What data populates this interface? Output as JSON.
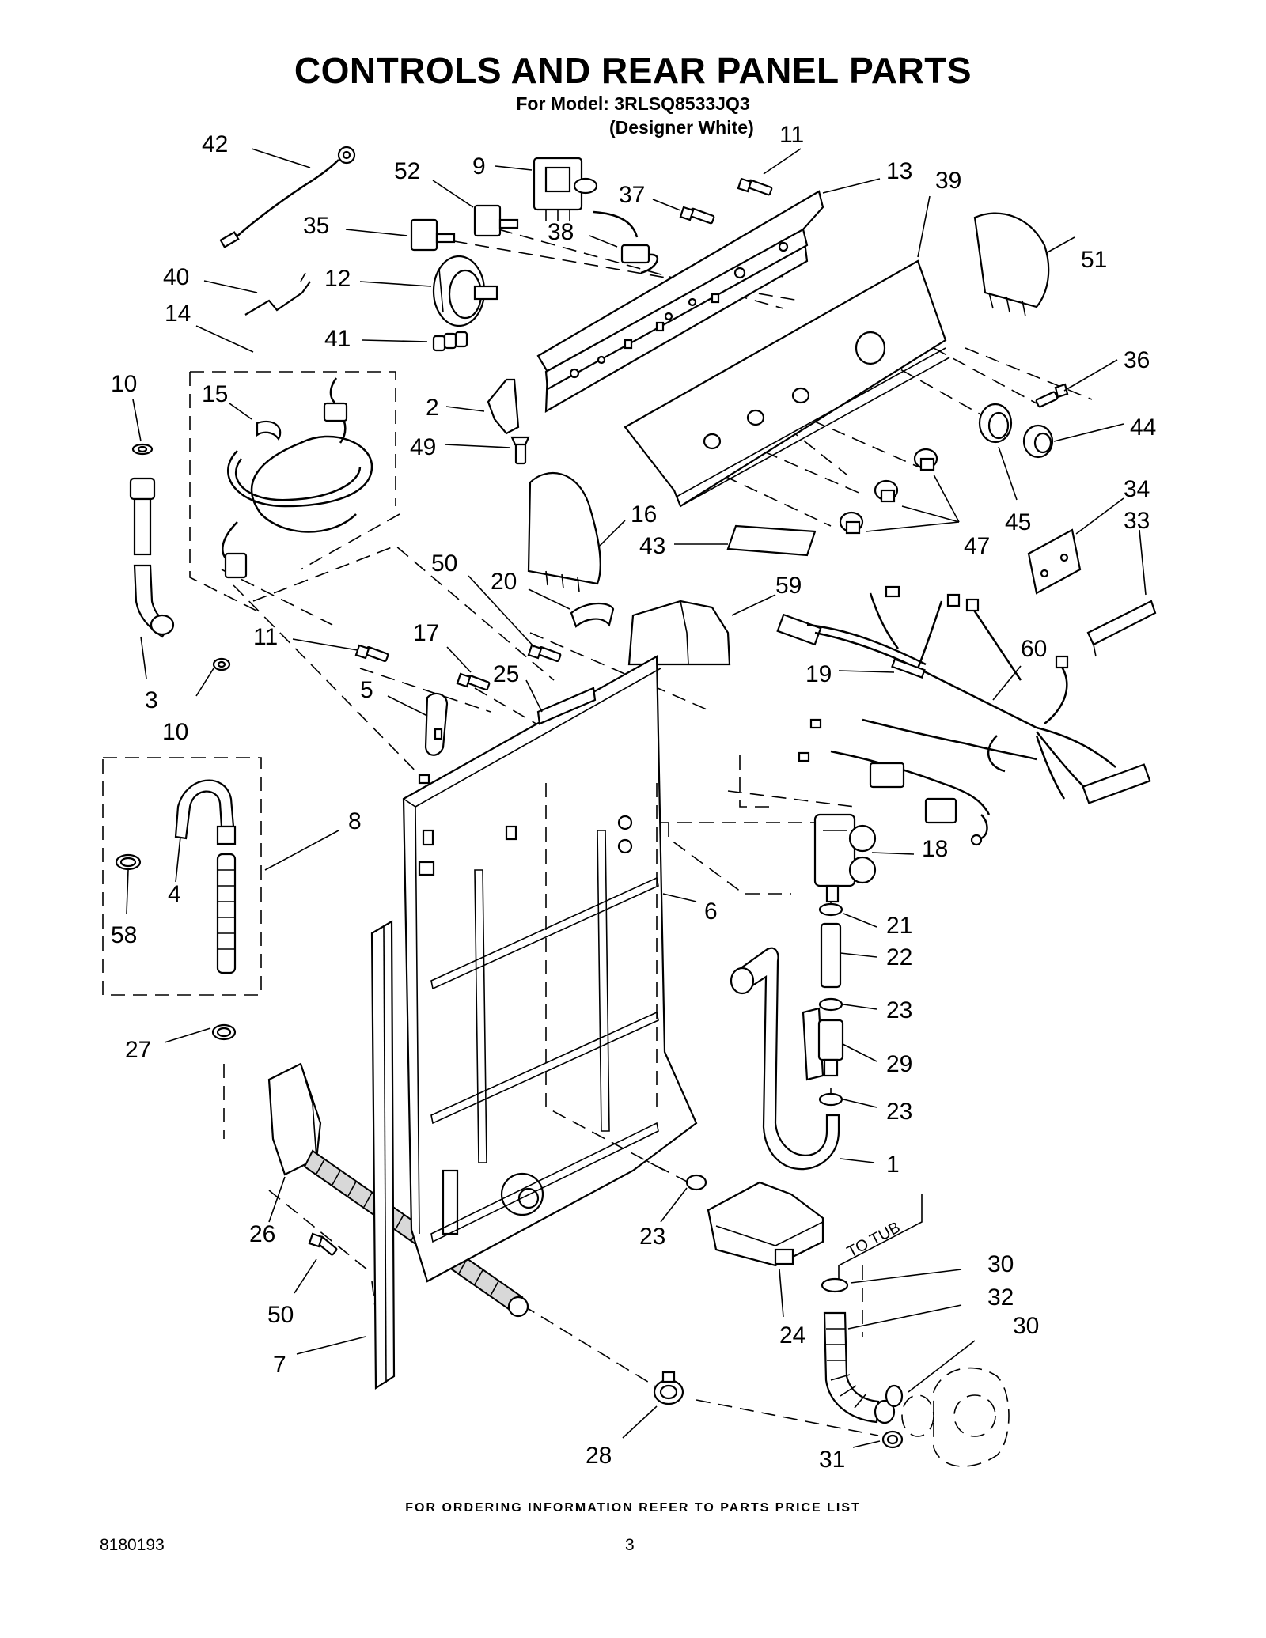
{
  "header": {
    "title": "CONTROLS AND REAR PANEL PARTS",
    "model_line": "For Model: 3RLSQ8533JQ3",
    "color_line": "(Designer White)"
  },
  "footer": {
    "ordering_note": "FOR ORDERING INFORMATION REFER TO PARTS PRICE LIST",
    "document_number": "8180193",
    "page_number": "3"
  },
  "diagram": {
    "direction_label": "TO TUB",
    "callouts": {
      "c42": "42",
      "c52": "52",
      "c9": "9",
      "c11a": "11",
      "c13": "13",
      "c39": "39",
      "c37": "37",
      "c38": "38",
      "c35": "35",
      "c51": "51",
      "c40": "40",
      "c12": "12",
      "c14": "14",
      "c41": "41",
      "c36": "36",
      "c10a": "10",
      "c15": "15",
      "c2": "2",
      "c44": "44",
      "c49": "49",
      "c34": "34",
      "c33": "33",
      "c16": "16",
      "c45": "45",
      "c43": "43",
      "c47": "47",
      "c50a": "50",
      "c20": "20",
      "c59": "59",
      "c11b": "11",
      "c17": "17",
      "c60": "60",
      "c25": "25",
      "c19": "19",
      "c5": "5",
      "c3": "3",
      "c10b": "10",
      "c8": "8",
      "c18": "18",
      "c4": "4",
      "c6": "6",
      "c21": "21",
      "c58": "58",
      "c22": "22",
      "c23a": "23",
      "c27": "27",
      "c29": "29",
      "c23b": "23",
      "c1": "1",
      "c26": "26",
      "c23c": "23",
      "c30a": "30",
      "c50b": "50",
      "c24": "24",
      "c32": "32",
      "c30b": "30",
      "c7": "7",
      "c28": "28",
      "c31": "31"
    }
  }
}
